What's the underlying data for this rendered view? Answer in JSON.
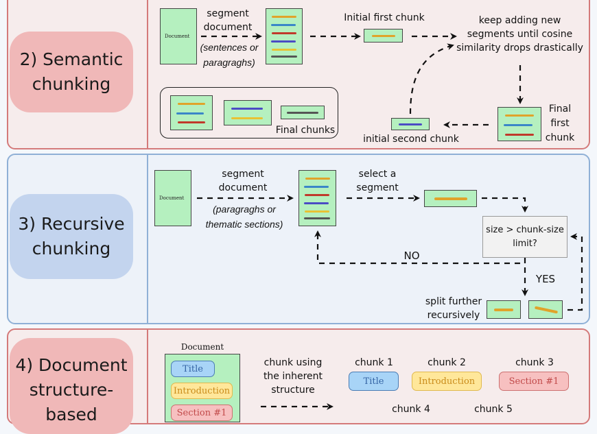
{
  "colors": {
    "red_panel_bg": "#f6ecec",
    "red_panel_border": "#d47a7a",
    "blue_panel_bg": "#edf2f9",
    "blue_panel_border": "#8fb0d6",
    "chunk_box_fill": "#b5f0bf",
    "segment_colors": [
      "#e0a32a",
      "#3a86c8",
      "#c0392b",
      "#4b4bc4",
      "#e8c234",
      "#555555"
    ]
  },
  "semantic": {
    "title": "2) Semantic\nchunking",
    "document_label": "Document",
    "segment_label": "segment\ndocument",
    "segment_sub": "(sentences or\nparagraghs)",
    "initial_first_chunk": "Initial first chunk",
    "keep_adding": "keep adding new\nsegments until cosine\nsimilarity drops drastically",
    "final_first_chunk": "Final\nfirst\nchunk",
    "initial_second_chunk": "initial second chunk",
    "final_chunks": "Final chunks"
  },
  "recursive": {
    "title": "3) Recursive\nchunking",
    "document_label": "Document",
    "segment_label": "segment\ndocument",
    "segment_sub": "(paragraghs or\nthematic sections)",
    "select_segment": "select a\nsegment",
    "decision": "size > chunk-size\nlimit?",
    "no_label": "NO",
    "yes_label": "YES",
    "split_further": "split further\nrecursively"
  },
  "structure": {
    "title": "4) Document\nstructure-\nbased",
    "document_label": "Document",
    "doc_sections": [
      "Title",
      "Introduction",
      "Section #1"
    ],
    "chunk_using": "chunk using\nthe inherent\nstructure",
    "chunks": [
      {
        "label": "chunk 1",
        "tag": "Title"
      },
      {
        "label": "chunk 2",
        "tag": "Introduction"
      },
      {
        "label": "chunk 3",
        "tag": "Section #1"
      },
      {
        "label": "chunk 4",
        "tag": ""
      },
      {
        "label": "chunk 5",
        "tag": ""
      }
    ]
  }
}
